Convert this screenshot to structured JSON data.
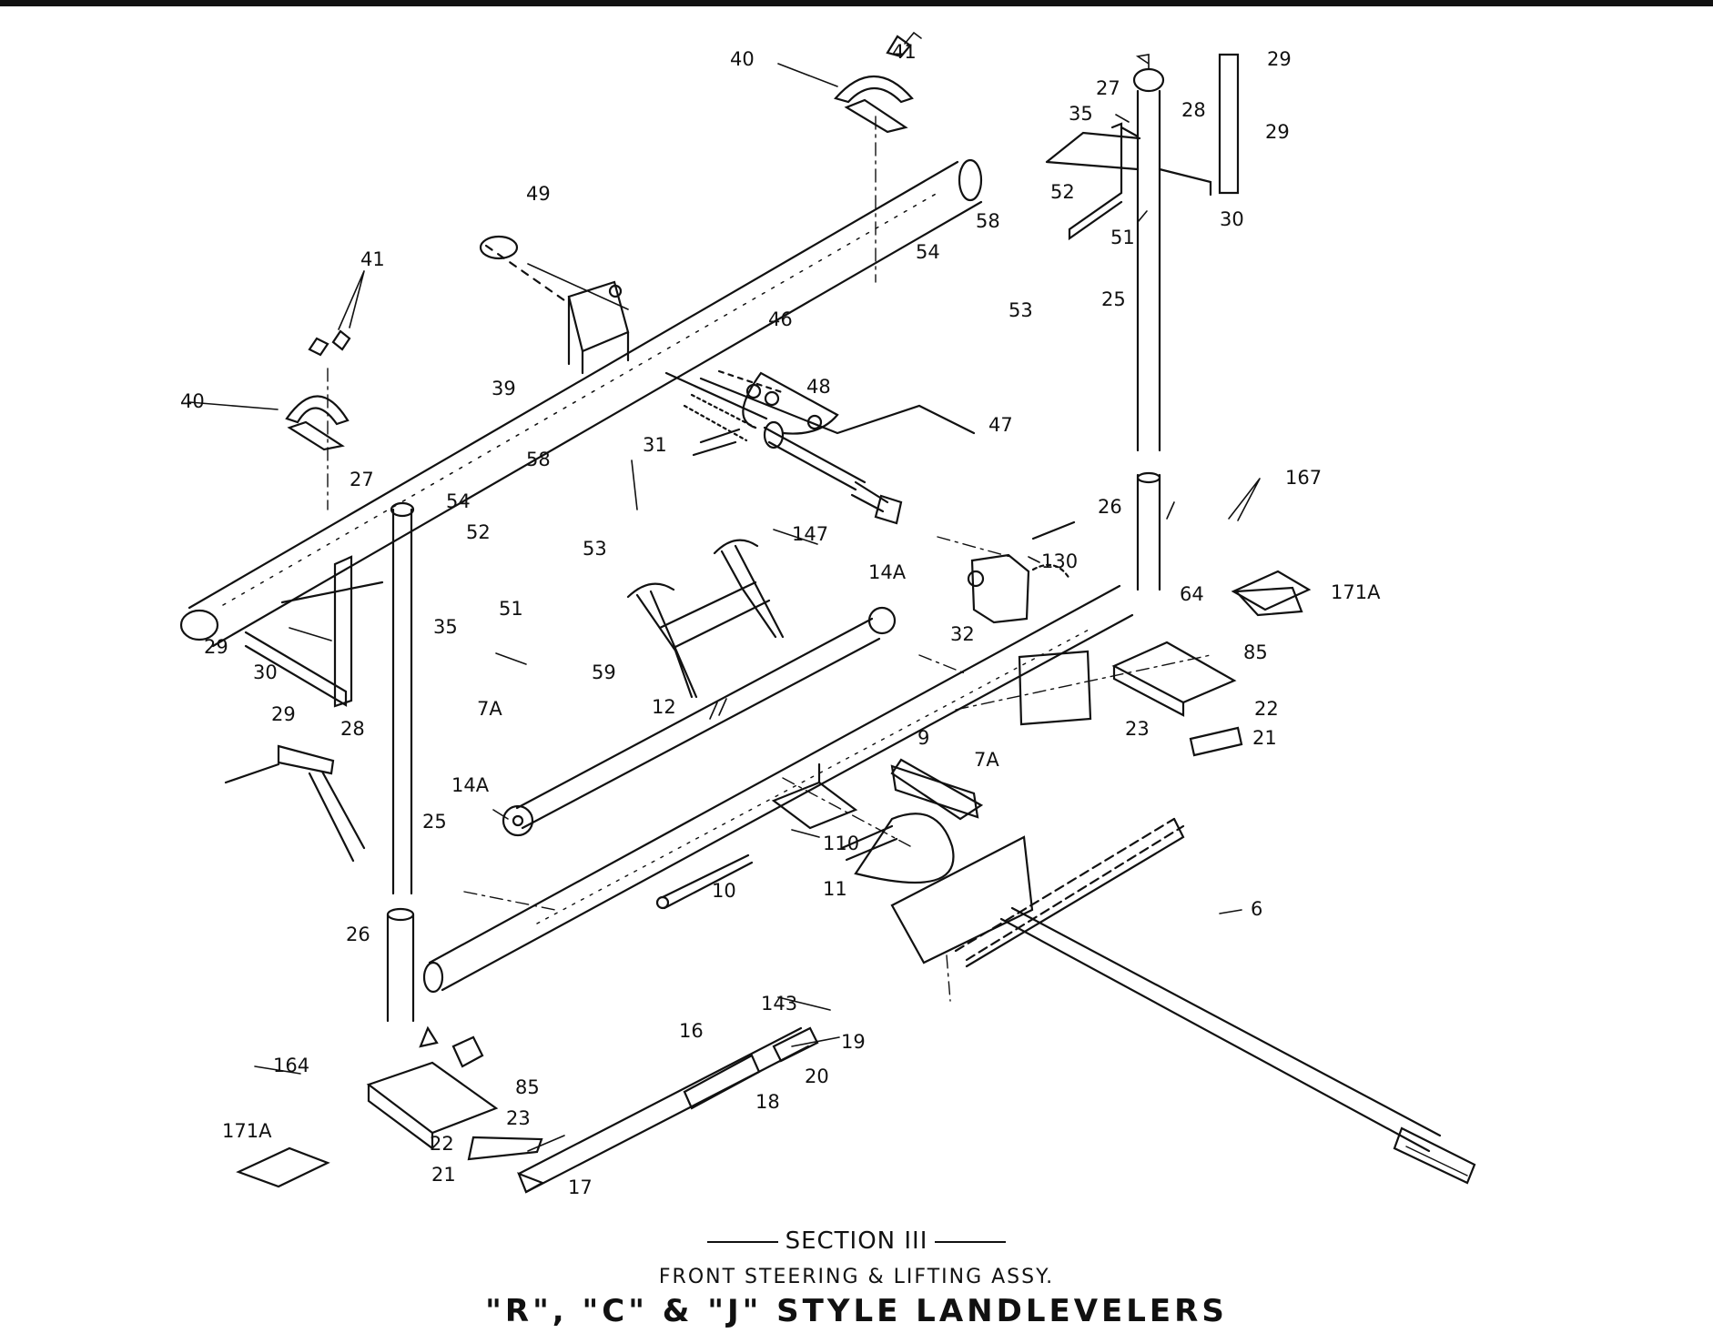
{
  "title": {
    "section": "SECTION III",
    "subtitle": "FRONT STEERING & LIFTING ASSY.",
    "main": "\"R\", \"C\" & \"J\" STYLE LANDLEVELERS"
  },
  "callouts": [
    {
      "id": "c40a",
      "text": "40"
    },
    {
      "id": "c41a",
      "text": "41"
    },
    {
      "id": "c29a",
      "text": "29"
    },
    {
      "id": "c27a",
      "text": "27"
    },
    {
      "id": "c28a",
      "text": "28"
    },
    {
      "id": "c35a",
      "text": "35"
    },
    {
      "id": "c29b",
      "text": "29"
    },
    {
      "id": "c52a",
      "text": "52"
    },
    {
      "id": "c30a",
      "text": "30"
    },
    {
      "id": "c58a",
      "text": "58"
    },
    {
      "id": "c51a",
      "text": "51"
    },
    {
      "id": "c49",
      "text": "49"
    },
    {
      "id": "c54a",
      "text": "54"
    },
    {
      "id": "c53a",
      "text": "53"
    },
    {
      "id": "c25a",
      "text": "25"
    },
    {
      "id": "c41b",
      "text": "41"
    },
    {
      "id": "c46",
      "text": "46"
    },
    {
      "id": "c40b",
      "text": "40"
    },
    {
      "id": "c39",
      "text": "39"
    },
    {
      "id": "c48",
      "text": "48"
    },
    {
      "id": "c31",
      "text": "31"
    },
    {
      "id": "c47",
      "text": "47"
    },
    {
      "id": "c58b",
      "text": "58"
    },
    {
      "id": "c27b",
      "text": "27"
    },
    {
      "id": "c54b",
      "text": "54"
    },
    {
      "id": "c52b",
      "text": "52"
    },
    {
      "id": "c53b",
      "text": "53"
    },
    {
      "id": "c147",
      "text": "147"
    },
    {
      "id": "c26a",
      "text": "26"
    },
    {
      "id": "c167",
      "text": "167"
    },
    {
      "id": "c35b",
      "text": "35"
    },
    {
      "id": "c51b",
      "text": "51"
    },
    {
      "id": "c130",
      "text": "130"
    },
    {
      "id": "c171Aa",
      "text": "171A"
    },
    {
      "id": "c64",
      "text": "64"
    },
    {
      "id": "c29c",
      "text": "29"
    },
    {
      "id": "c30b",
      "text": "30"
    },
    {
      "id": "c14Aa",
      "text": "14A"
    },
    {
      "id": "c32",
      "text": "32"
    },
    {
      "id": "c85a",
      "text": "85"
    },
    {
      "id": "c59",
      "text": "59"
    },
    {
      "id": "c7Aa",
      "text": "7A"
    },
    {
      "id": "c12",
      "text": "12"
    },
    {
      "id": "c22a",
      "text": "22"
    },
    {
      "id": "c29d",
      "text": "29"
    },
    {
      "id": "c28b",
      "text": "28"
    },
    {
      "id": "c23a",
      "text": "23"
    },
    {
      "id": "c21a",
      "text": "21"
    },
    {
      "id": "c9",
      "text": "9"
    },
    {
      "id": "c7Ab",
      "text": "7A"
    },
    {
      "id": "c14Ab",
      "text": "14A"
    },
    {
      "id": "c25b",
      "text": "25"
    },
    {
      "id": "c110",
      "text": "110"
    },
    {
      "id": "c10",
      "text": "10"
    },
    {
      "id": "c11",
      "text": "11"
    },
    {
      "id": "c6",
      "text": "6"
    },
    {
      "id": "c26b",
      "text": "26"
    },
    {
      "id": "c143",
      "text": "143"
    },
    {
      "id": "c16",
      "text": "16"
    },
    {
      "id": "c19",
      "text": "19"
    },
    {
      "id": "c164",
      "text": "164"
    },
    {
      "id": "c20",
      "text": "20"
    },
    {
      "id": "c85b",
      "text": "85"
    },
    {
      "id": "c18",
      "text": "18"
    },
    {
      "id": "c23b",
      "text": "23"
    },
    {
      "id": "c171Ab",
      "text": "171A"
    },
    {
      "id": "c22b",
      "text": "22"
    },
    {
      "id": "c21b",
      "text": "21"
    },
    {
      "id": "c17",
      "text": "17"
    }
  ]
}
